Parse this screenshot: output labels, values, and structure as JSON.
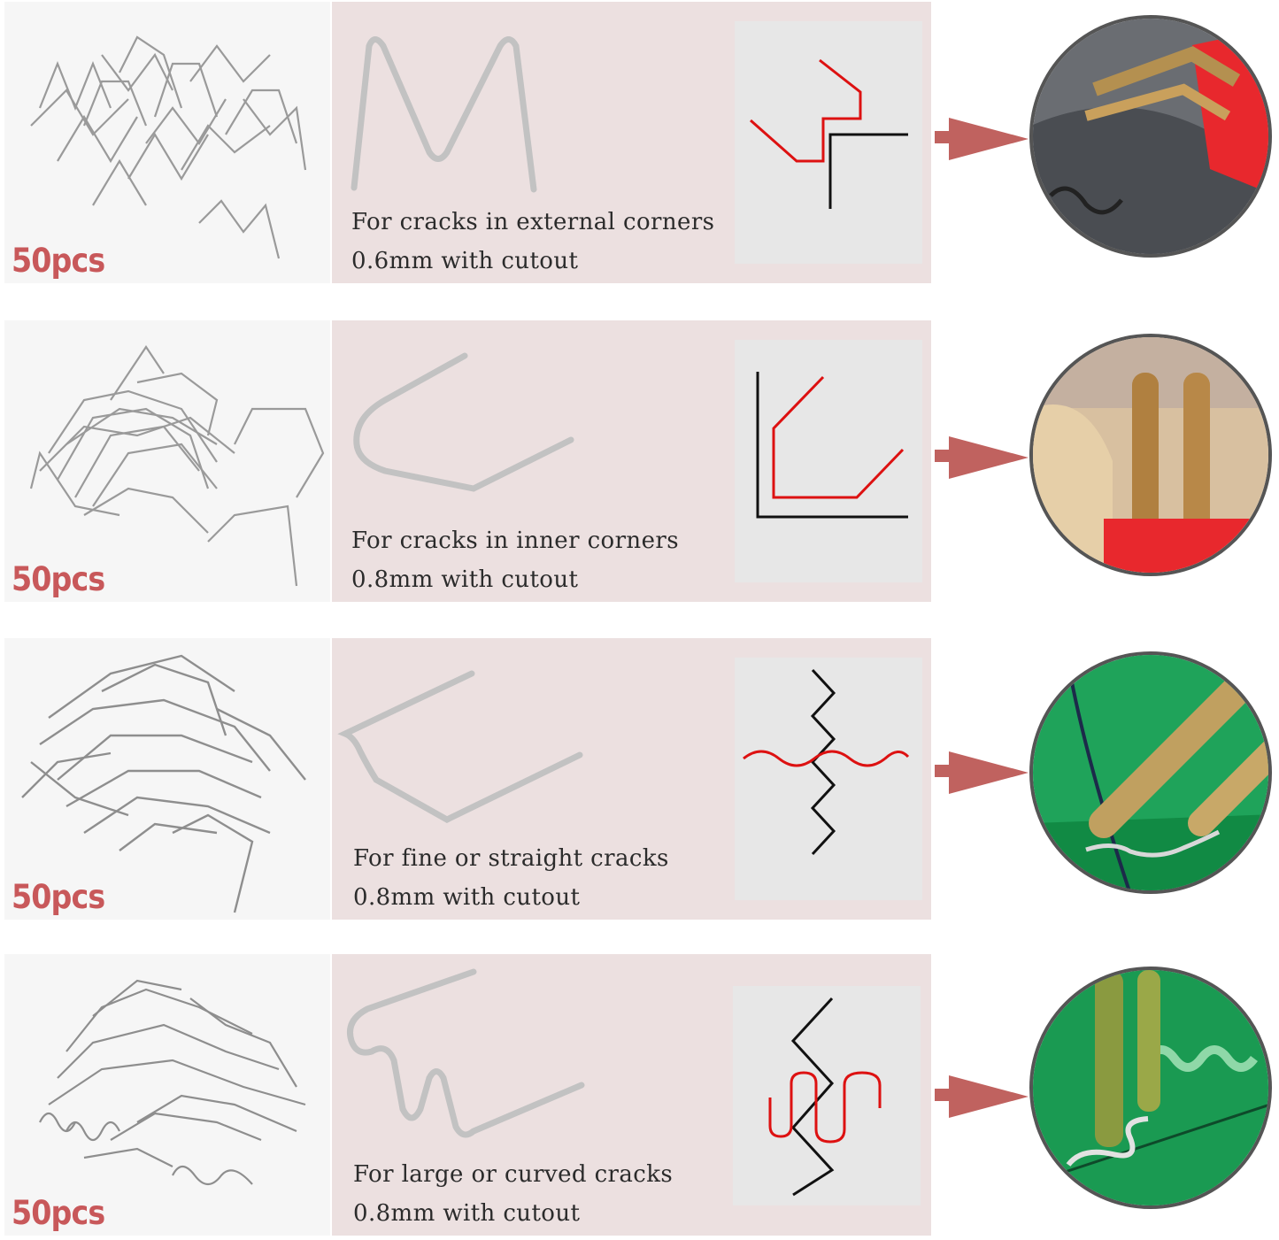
{
  "rows": [
    {
      "count": "50pcs",
      "line1": "For cracks in external corners",
      "line2": "0.6mm with cutout",
      "colors": {
        "accent": "#c8585a",
        "red_line": "#dd1111",
        "black_line": "#111111"
      }
    },
    {
      "count": "50pcs",
      "line1": "For cracks in inner corners",
      "line2": "0.8mm with cutout",
      "colors": {
        "accent": "#c8585a",
        "red_line": "#dd1111",
        "black_line": "#111111"
      }
    },
    {
      "count": "50pcs",
      "line1": "For fine or straight cracks",
      "line2": "0.8mm with cutout",
      "colors": {
        "accent": "#c8585a",
        "red_line": "#dd1111",
        "black_line": "#111111"
      }
    },
    {
      "count": "50pcs",
      "line1": "For large or curved cracks",
      "line2": "0.8mm with cutout",
      "colors": {
        "accent": "#c8585a",
        "red_line": "#dd1111",
        "black_line": "#111111"
      }
    }
  ]
}
